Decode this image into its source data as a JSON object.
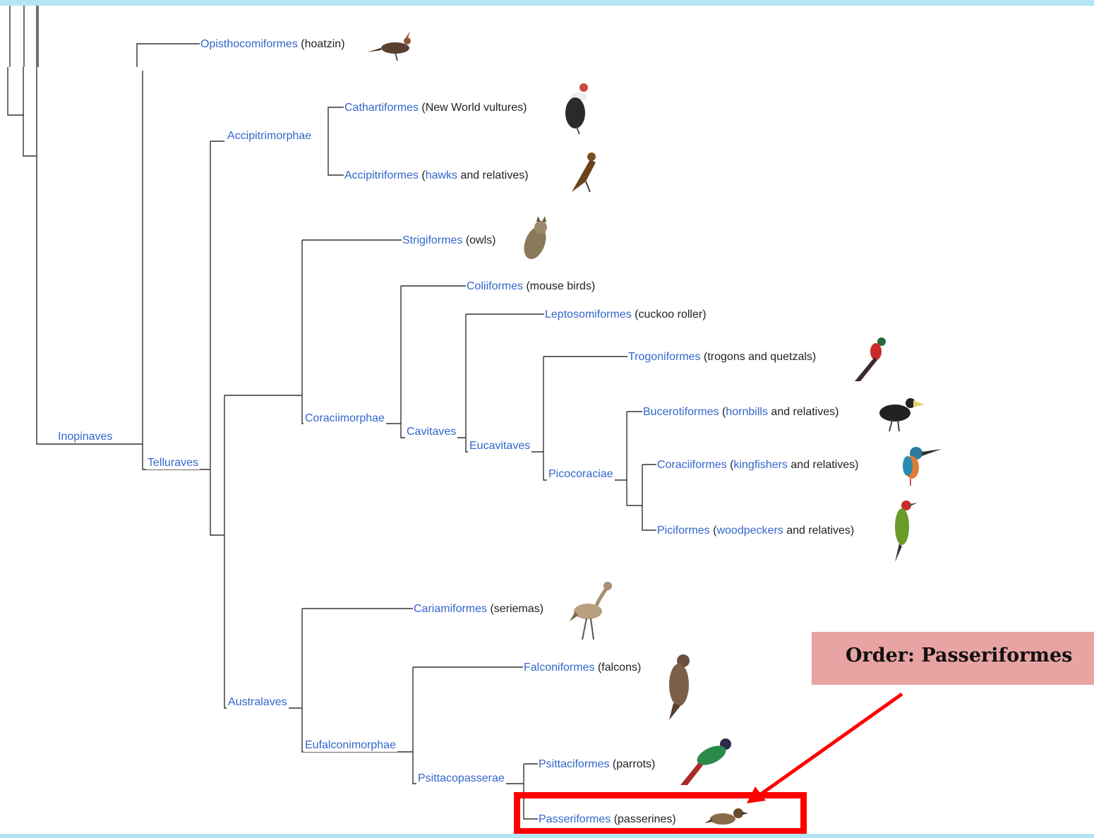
{
  "tree": {
    "clades": {
      "inopinaves": "Inopinaves",
      "telluraves": "Telluraves",
      "accipitrimorphae": "Accipitrimorphae",
      "coraciimorphae": "Coraciimorphae",
      "cavitaves": "Cavitaves",
      "eucavitaves": "Eucavitaves",
      "picocoraciae": "Picocoraciae",
      "australaves": "Australaves",
      "eufalconimorphae": "Eufalconimorphae",
      "psittacopasserae": "Psittacopasserae"
    },
    "orders": [
      {
        "sci": "Opisthocomiformes",
        "common": "(hoatzin)"
      },
      {
        "sci": "Cathartiformes",
        "common": "(New World vultures)"
      },
      {
        "sci": "Accipitriformes",
        "common_pre": "(",
        "common_link": "hawks",
        "common_post": " and relatives)"
      },
      {
        "sci": "Strigiformes",
        "common": "(owls)"
      },
      {
        "sci": "Coliiformes",
        "common": "(mouse birds)"
      },
      {
        "sci": "Leptosomiformes",
        "common": "(cuckoo roller)"
      },
      {
        "sci": "Trogoniformes",
        "common": "(trogons and quetzals)"
      },
      {
        "sci": "Bucerotiformes",
        "common_pre": "(",
        "common_link": "hornbills",
        "common_post": " and relatives)"
      },
      {
        "sci": "Coraciiformes",
        "common_pre": "(",
        "common_link": "kingfishers",
        "common_post": " and relatives)"
      },
      {
        "sci": "Piciformes",
        "common_pre": "(",
        "common_link": "woodpeckers",
        "common_post": " and relatives)"
      },
      {
        "sci": "Cariamiformes",
        "common": "(seriemas)"
      },
      {
        "sci": "Falconiformes",
        "common": "(falcons)"
      },
      {
        "sci": "Psittaciformes",
        "common": "(parrots)"
      },
      {
        "sci": "Passeriformes",
        "common": "(passerines)"
      }
    ]
  },
  "annotation": {
    "label": "Order: Passeriformes",
    "box_color": "#e8a3a3",
    "highlight_color": "#ff0000"
  },
  "birds": [
    "hoatzin-icon",
    "vulture-icon",
    "hawk-icon",
    "owl-icon",
    "trogon-icon",
    "hornbill-icon",
    "kingfisher-icon",
    "woodpecker-icon",
    "seriema-icon",
    "falcon-icon",
    "parrot-icon",
    "sparrow-icon"
  ]
}
